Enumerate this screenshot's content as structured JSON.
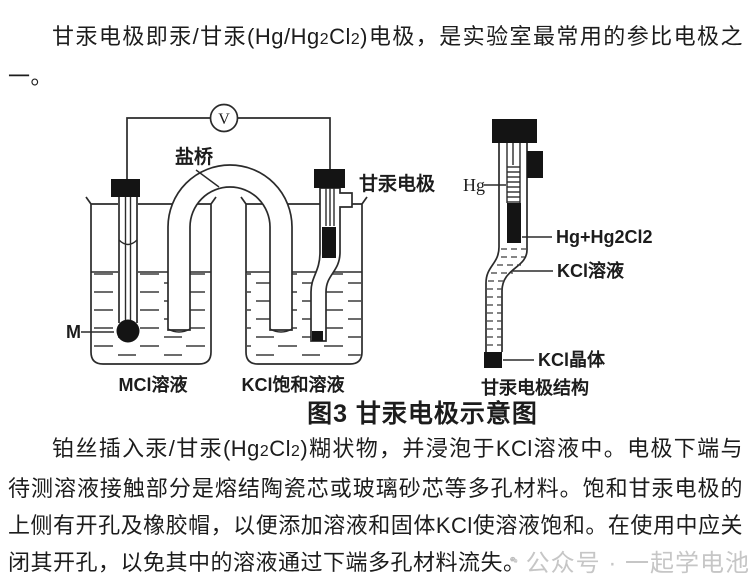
{
  "page": {
    "background": "#ffffff",
    "text_color": "#1c1c1c",
    "line_color": "#2b2b2b",
    "watermark_color": "#c6c6c6"
  },
  "intro": {
    "segments": [
      "甘汞电极即汞/甘汞(Hg/Hg",
      "2",
      "Cl",
      "2",
      ")电极，是实验室最常用的参比电极之一。"
    ]
  },
  "figure": {
    "caption": "图3 甘汞电极示意图",
    "voltmeter_label": "V",
    "salt_bridge_label": "盐桥",
    "calomel_electrode_label": "甘汞电极",
    "metal_electrode_label": "M",
    "left_beaker_label": "MCl溶液",
    "right_beaker_label": "KCl饱和溶液",
    "structure": {
      "hg_label": "Hg",
      "paste_label": "Hg+Hg2Cl2",
      "kcl_solution_label": "KCl溶液",
      "kcl_crystal_label": "KCl晶体",
      "caption": "甘汞电极结构"
    }
  },
  "body": {
    "segments": [
      "铂丝插入汞/甘汞(Hg",
      "2",
      "Cl",
      "2",
      ")糊状物，并浸泡于KCl溶液中。电极下端与待测溶液接触部分是熔结陶瓷芯或玻璃砂芯等多孔材料。饱和甘汞电极的上侧有开孔及橡胶帽，以便添加溶液和固体KCl使溶液饱和。在使用中应关闭其开孔，以免其中的溶液通过下端多孔材料流失。"
    ]
  },
  "watermark": {
    "text": "公众号 · 一起学电池"
  }
}
